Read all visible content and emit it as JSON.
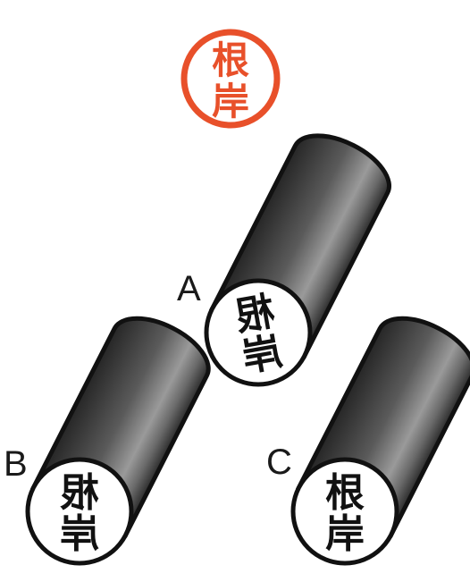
{
  "stamp_impression": {
    "chars": [
      "根",
      "岸"
    ],
    "color": "#e8502a"
  },
  "seals": [
    {
      "label": "A",
      "chars": [
        "根",
        "岸"
      ],
      "orientation": "mirrored-rotated"
    },
    {
      "label": "B",
      "chars": [
        "根",
        "岸"
      ],
      "orientation": "mirrored"
    },
    {
      "label": "C",
      "chars": [
        "根",
        "岸"
      ],
      "orientation": "upright"
    }
  ],
  "colors": {
    "ink": "#1a1a1a",
    "barrel_dark": "#2c2c2c",
    "barrel_light": "#8a8a8a"
  }
}
